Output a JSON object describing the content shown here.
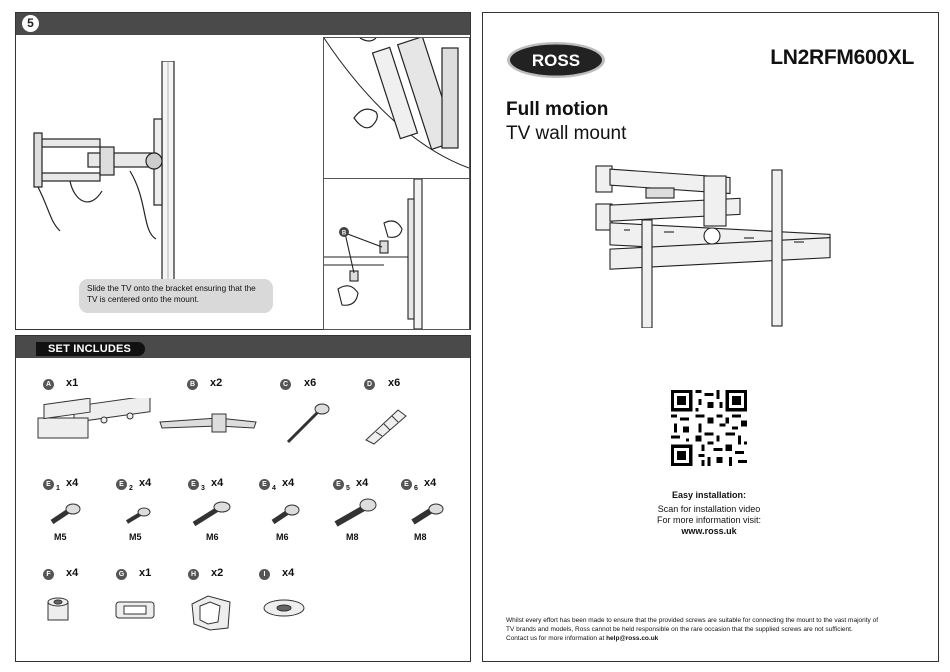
{
  "step5": {
    "number": "5",
    "caption": "Slide the TV onto the bracket ensuring that the TV is centered onto the mount."
  },
  "set_includes": {
    "title": "SET INCLUDES",
    "items": [
      {
        "letter": "A",
        "qty": "x1"
      },
      {
        "letter": "B",
        "qty": "x2"
      },
      {
        "letter": "C",
        "qty": "x6"
      },
      {
        "letter": "D",
        "qty": "x6"
      },
      {
        "letter": "E",
        "sub": "1",
        "qty": "x4",
        "size": "M5"
      },
      {
        "letter": "E",
        "sub": "2",
        "qty": "x4",
        "size": "M5"
      },
      {
        "letter": "E",
        "sub": "3",
        "qty": "x4",
        "size": "M6"
      },
      {
        "letter": "E",
        "sub": "4",
        "qty": "x4",
        "size": "M6"
      },
      {
        "letter": "E",
        "sub": "5",
        "qty": "x4",
        "size": "M8"
      },
      {
        "letter": "E",
        "sub": "6",
        "qty": "x4",
        "size": "M8"
      },
      {
        "letter": "F",
        "qty": "x4"
      },
      {
        "letter": "G",
        "qty": "x1"
      },
      {
        "letter": "H",
        "qty": "x2"
      },
      {
        "letter": "I",
        "qty": "x4"
      }
    ]
  },
  "cover": {
    "brand": "ROSS",
    "model": "LN2RFM600XL",
    "title_bold": "Full motion",
    "title_light": "TV wall mount",
    "easy_title": "Easy installation:",
    "scan_text": "Scan for installation video",
    "more_info": "For more information visit:",
    "website": "www.ross.uk",
    "disclaimer_1": "Whilst every effort has been made to ensure that the provided screws are suitable for connecting the mount to the vast majority of",
    "disclaimer_2": "TV brands and models, Ross cannot be held responsible on the rare occasion that the supplied screws are not sufficient.",
    "disclaimer_3": "Contact us for more information at ",
    "email": "help@ross.co.uk",
    "callout_label": "B"
  }
}
